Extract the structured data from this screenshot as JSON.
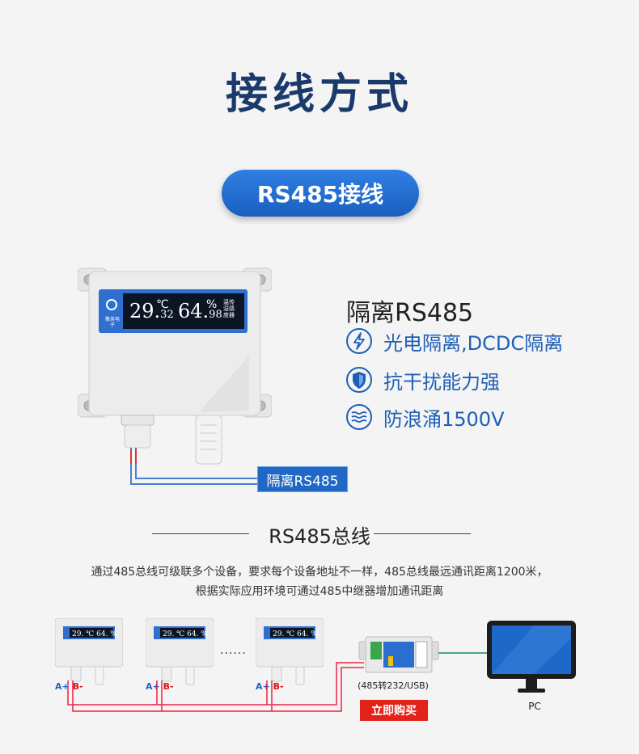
{
  "page": {
    "title": "接线方式"
  },
  "section": {
    "pill_label": "RS485接线"
  },
  "device": {
    "logo_text": "聚英电子",
    "temperature_main": "29.",
    "temperature_decimal": "32",
    "temperature_unit": "℃",
    "humidity_main": "64.",
    "humidity_decimal": "98",
    "humidity_unit": "%",
    "side_label": "温传湿感度器"
  },
  "features": {
    "title": "隔离RS485",
    "items": [
      {
        "icon": "lightning-icon",
        "label": "光电隔离,DCDC隔离"
      },
      {
        "icon": "shield-icon",
        "label": "抗干扰能力强"
      },
      {
        "icon": "wave-icon",
        "label": "防浪涌1500V"
      }
    ]
  },
  "cable_tag": "隔离RS485",
  "bus": {
    "title": "RS485总线",
    "desc_line1": "通过485总线可级联多个设备，要求每个设备地址不一样，485总线最远通讯距离1200米，",
    "desc_line2": "根据实际应用环境可通过485中继器增加通讯距离",
    "ellipsis": "......",
    "terminal_a": "A+",
    "terminal_b": "B-",
    "converter_label": "(485转232/USB)",
    "buy_label": "立即购买",
    "pc_label": "PC"
  },
  "colors": {
    "accent": "#1d5fb6",
    "title": "#1a3a6b",
    "buy": "#e2231a",
    "wire_red": "#d11",
    "wire_blue": "#1e5fd0"
  }
}
